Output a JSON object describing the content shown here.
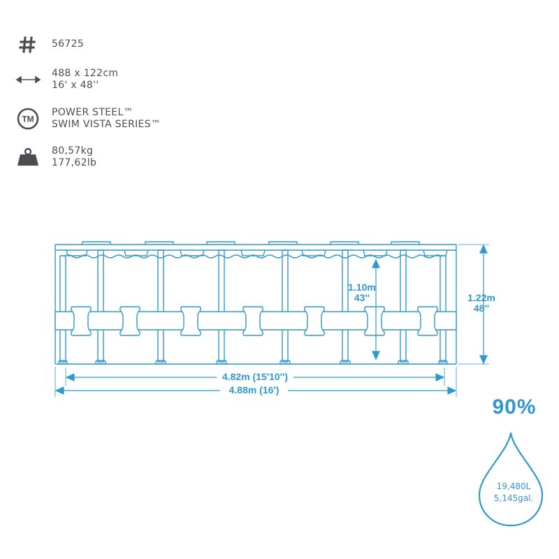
{
  "specs": {
    "model": {
      "icon": "hash-icon",
      "value": "56725"
    },
    "size": {
      "icon": "double-arrow-icon",
      "metric": "488 x 122cm",
      "imperial": "16' x 48''"
    },
    "series": {
      "icon": "trademark-icon",
      "line1": "POWER STEEL™",
      "line2": "SWIM VISTA SERIES™"
    },
    "weight": {
      "icon": "weight-icon",
      "metric": "80,57kg",
      "imperial": "177,62lb"
    }
  },
  "diagram": {
    "water_depth": {
      "metric": "1.10m",
      "imperial": "43''"
    },
    "wall_height": {
      "metric": "1.22m",
      "imperial": "48''"
    },
    "inner_diameter": "4.82m (15'10'')",
    "outer_diameter": "4.88m (16')"
  },
  "capacity": {
    "percent": "90%",
    "liters": "19,480L",
    "gallons": "5,145gal."
  },
  "colors": {
    "accent": "#2f98cf",
    "text": "#4a4d52"
  }
}
